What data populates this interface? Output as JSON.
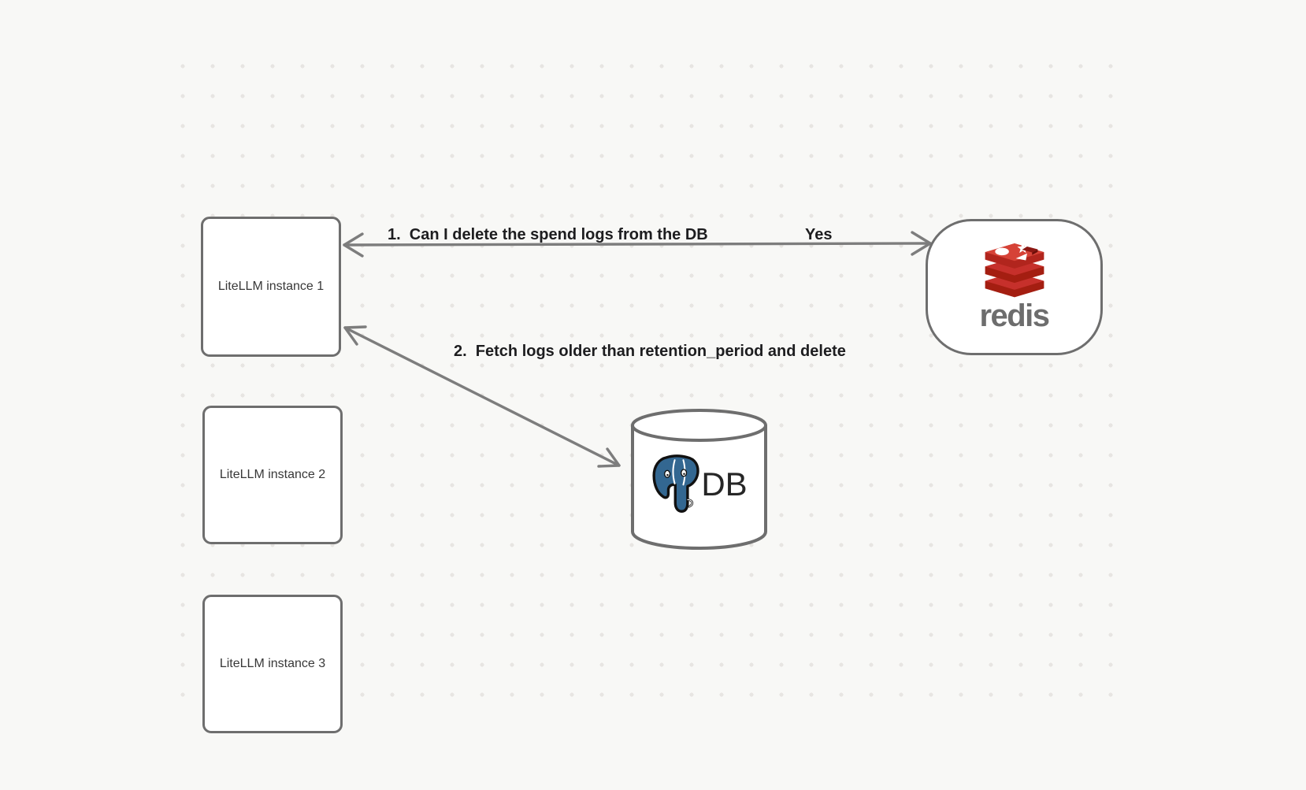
{
  "diagram": {
    "background_color": "#f8f8f6",
    "dot_color": "#e7e5e2",
    "shape_stroke_color": "#6e6e6e",
    "arrow_color": "#7d7d7d",
    "label_text_color": "#1d1d1f",
    "nodes": {
      "instance1": "LiteLLM instance 1",
      "instance2": "LiteLLM instance 2",
      "instance3": "LiteLLM instance 3",
      "redis_label": "redis",
      "db_label": "DB"
    },
    "edges": {
      "edge1_label": "1.  Can I delete the spend logs from the DB",
      "edge1_response": "Yes",
      "edge2_label": "2.  Fetch logs older than retention_period and delete"
    },
    "logo_colors": {
      "redis_red": "#c6302b",
      "redis_dark_red": "#a41e11",
      "redis_light_red": "#d64237",
      "postgres_blue": "#336791"
    }
  }
}
